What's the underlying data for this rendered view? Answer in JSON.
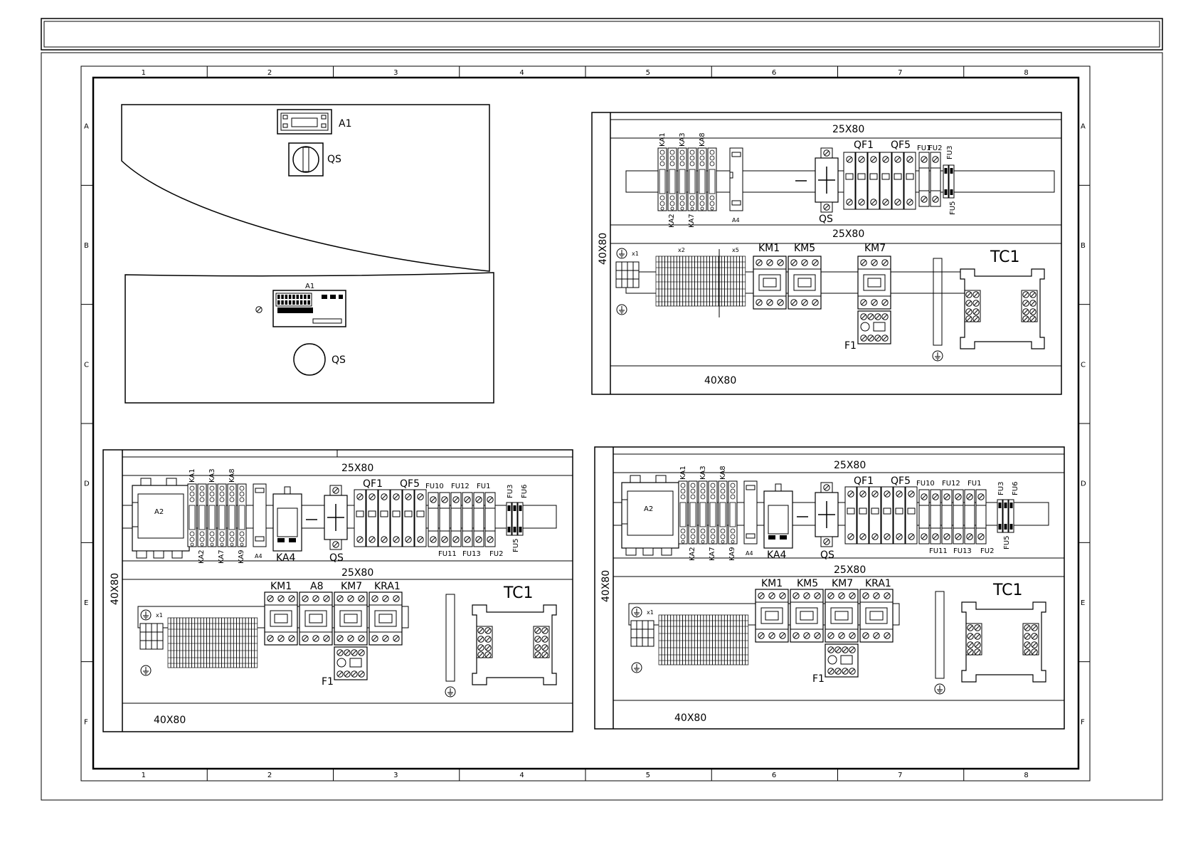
{
  "grid": {
    "columns": [
      "1",
      "2",
      "3",
      "4",
      "5",
      "6",
      "7",
      "8"
    ],
    "rows": [
      "A",
      "B",
      "C",
      "D",
      "E",
      "F"
    ]
  },
  "door_panel": {
    "top": {
      "display_label": "A1",
      "switch_label": "QS"
    },
    "bottom": {
      "controller_label": "A1",
      "switch_label": "QS"
    }
  },
  "panel_top_right": {
    "rail_top": "25X80",
    "rail_mid": "25X80",
    "duct_vertical": "40X80",
    "duct_bottom": "40X80",
    "relays_top": [
      "KA1",
      "KA3",
      "KA8"
    ],
    "relays_bottom": [
      "KA2",
      "KA7"
    ],
    "module": "A4",
    "breakers_top": [
      "QF1",
      "QF5"
    ],
    "fuses_top": [
      "FU1",
      "FU2",
      "FU3"
    ],
    "fuses_bottom": [
      "FU5"
    ],
    "switch": "QS",
    "terminals": [
      "x1",
      "x2",
      "x5"
    ],
    "pe": "PE",
    "contactors": [
      "KM1",
      "KM5",
      "KM7"
    ],
    "overload": "F1",
    "transformer": "TC1"
  },
  "panel_bottom_left": {
    "rail_top": "25X80",
    "rail_mid": "25X80",
    "duct_vertical": "40X80",
    "duct_bottom": "40X80",
    "plc": "A2",
    "relays_top": [
      "KA1",
      "KA3",
      "KA8"
    ],
    "relays_bottom": [
      "KA2",
      "KA7",
      "KA9"
    ],
    "module": "A4",
    "power_supply": "KA4",
    "switch": "QS",
    "breakers_top": [
      "QF1",
      "QF5"
    ],
    "fuses_top": [
      "FU10",
      "FU12",
      "FU1"
    ],
    "fuses_bottom": [
      "FU11",
      "FU13",
      "FU2"
    ],
    "fuses_side": [
      "FU3",
      "FU6",
      "FU5"
    ],
    "terminals": [
      "x1"
    ],
    "pe": "PE",
    "contactors": [
      "KM1",
      "A8",
      "KM7",
      "KRA1"
    ],
    "overload": "F1",
    "transformer": "TC1"
  },
  "panel_bottom_right": {
    "rail_top": "25X80",
    "rail_mid": "25X80",
    "duct_vertical": "40X80",
    "duct_bottom": "40X80",
    "plc": "A2",
    "relays_top": [
      "KA1",
      "KA3",
      "KA8"
    ],
    "relays_bottom": [
      "KA2",
      "KA7",
      "KA9"
    ],
    "module": "A4",
    "power_supply": "KA4",
    "switch": "QS",
    "breakers_top": [
      "QF1",
      "QF5"
    ],
    "fuses_top": [
      "FU10",
      "FU12",
      "FU1"
    ],
    "fuses_bottom": [
      "FU11",
      "FU13",
      "FU2"
    ],
    "fuses_side": [
      "FU3",
      "FU6",
      "FU5"
    ],
    "terminals": [
      "x1"
    ],
    "pe": "PE",
    "contactors": [
      "KM1",
      "KM5",
      "KM7",
      "KRA1"
    ],
    "overload": "F1",
    "transformer": "TC1"
  }
}
